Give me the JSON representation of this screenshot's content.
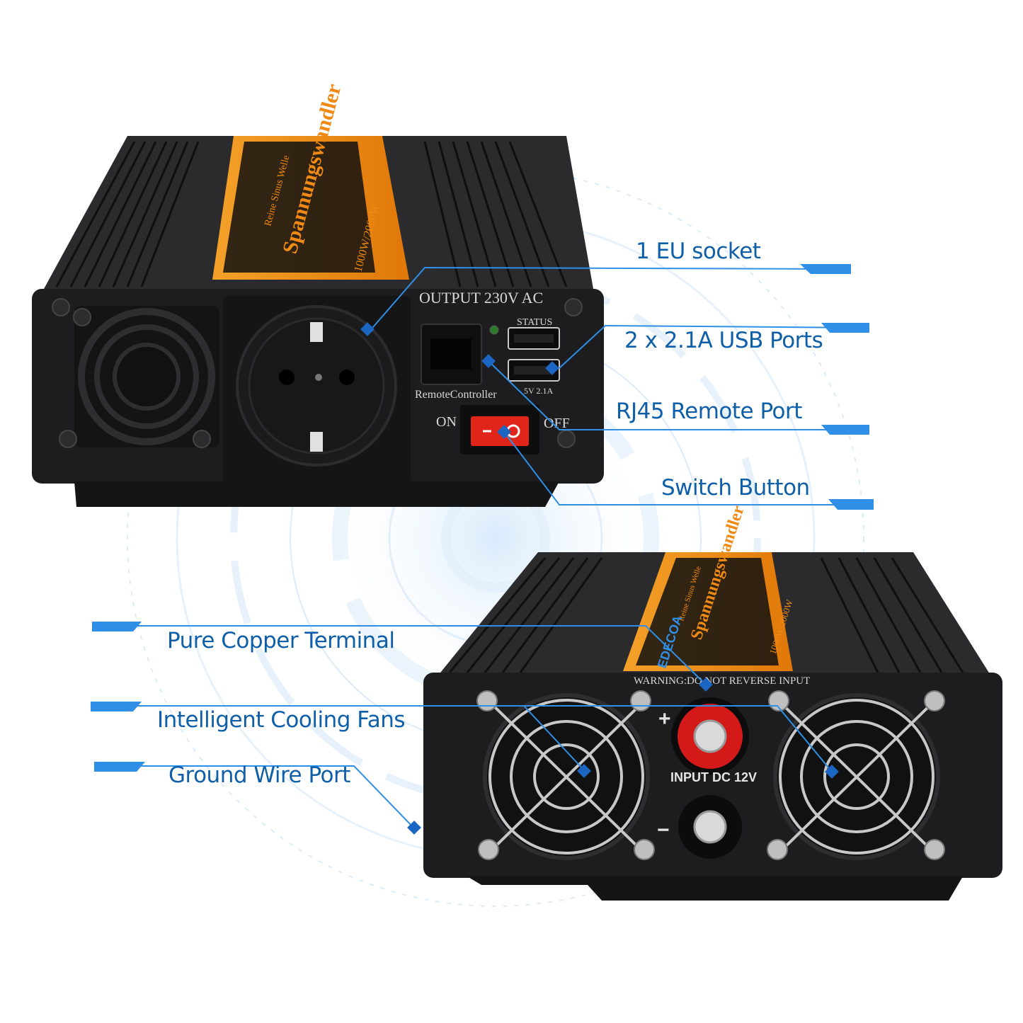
{
  "colors": {
    "accent": "#2f8fe6",
    "label_text": "#0f5fa8",
    "body": "#1f1f21",
    "orange": "#f08a14",
    "switch_red": "#e1251b"
  },
  "callouts": {
    "eu_socket": "1 EU socket",
    "usb_ports": "2 x 2.1A USB Ports",
    "rj45": "RJ45 Remote Port",
    "switch": "Switch Button",
    "copper_terminal": "Pure Copper Terminal",
    "cooling_fans": "Intelligent Cooling Fans",
    "ground_port": "Ground Wire Port"
  },
  "front_panel": {
    "output": "OUTPUT  230V  AC",
    "status": "STATUS",
    "remote": "RemoteController",
    "on": "ON",
    "off": "OFF",
    "usb_rating": "5V  2.1A",
    "brand_title": "Spannungswandler",
    "subtitle": "Reine Sinus Welle",
    "power": "1000W/2000W"
  },
  "rear_panel": {
    "warning": "WARNING:DO NOT REVERSE INPUT",
    "input": "INPUT DC 12V",
    "plus": "+",
    "minus": "−",
    "brand_title": "Spannungswandler",
    "subtitle": "Reine Sinus Welle",
    "power": "1000W/2000W",
    "logo": "EDECOA"
  }
}
